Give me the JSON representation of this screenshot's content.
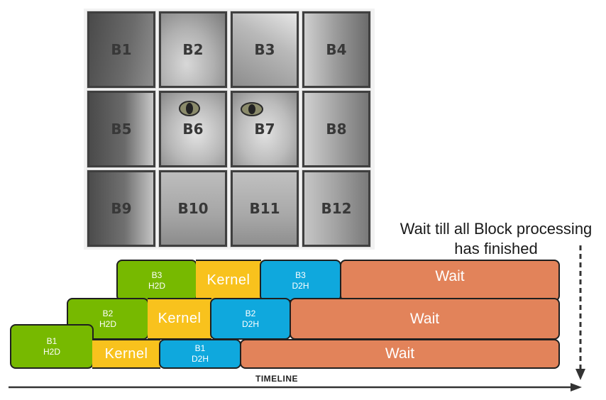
{
  "tiles": [
    {
      "label": "B1"
    },
    {
      "label": "B2"
    },
    {
      "label": "B3"
    },
    {
      "label": "B4"
    },
    {
      "label": "B5"
    },
    {
      "label": "B6"
    },
    {
      "label": "B7"
    },
    {
      "label": "B8"
    },
    {
      "label": "B9"
    },
    {
      "label": "B10"
    },
    {
      "label": "B11"
    },
    {
      "label": "B12"
    }
  ],
  "rows": [
    {
      "h2d": [
        "B3",
        "H2D"
      ],
      "kernel": "Kernel",
      "d2h": [
        "B3",
        "D2H"
      ],
      "wait": "Wait"
    },
    {
      "h2d": [
        "B2",
        "H2D"
      ],
      "kernel": "Kernel",
      "d2h": [
        "B2",
        "D2H"
      ],
      "wait": "Wait"
    },
    {
      "h2d": [
        "B1",
        "H2D"
      ],
      "kernel": "Kernel",
      "d2h": [
        "B1",
        "D2H"
      ],
      "wait": "Wait"
    }
  ],
  "note": {
    "line1": "Wait till all Block processing",
    "line2": "has finished"
  },
  "timeline_label": "TIMELINE",
  "colors": {
    "h2d": "#77b900",
    "kernel": "#f8c21d",
    "d2h": "#0fa8dd",
    "wait": "#e2835a",
    "outline": "#1f1f1f"
  }
}
